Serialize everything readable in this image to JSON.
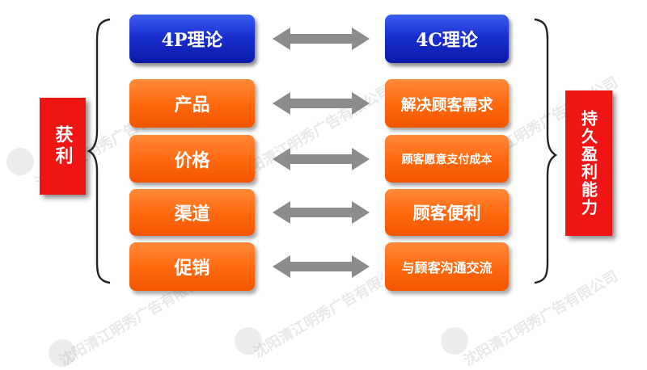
{
  "left_label": "获利",
  "right_label": "持久盈利能力",
  "left_column": {
    "header": "4P理论",
    "items": [
      "产品",
      "价格",
      "渠道",
      "促销"
    ]
  },
  "right_column": {
    "header": "4C理论",
    "items": [
      "解决顾客需求",
      "顾客愿意支付成本",
      "顾客便利",
      "与顾客沟通交流"
    ]
  },
  "watermark": "沈阳清江明秀广告有限公司",
  "colors": {
    "header_blue": "#1a2fd0",
    "item_orange": "#ff6a10",
    "label_red": "#f01515",
    "arrow_gray": "#8c8c8c"
  }
}
